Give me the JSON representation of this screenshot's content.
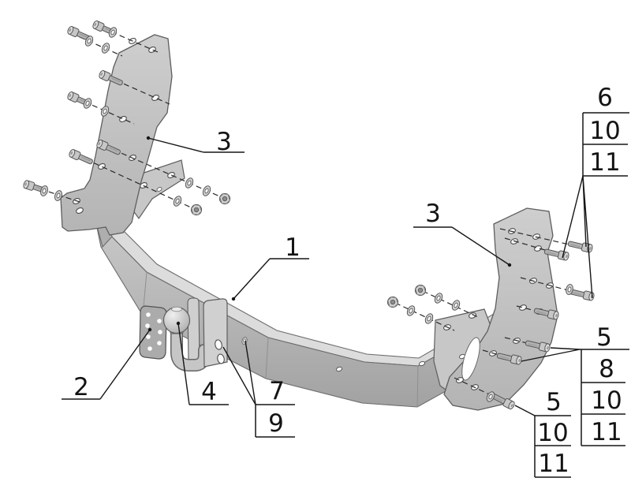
{
  "diagram": {
    "type": "exploded-view-parts-diagram",
    "subject": "tow-bar hitch assembly",
    "colors": {
      "background": "#ffffff",
      "part_outline": "#585858",
      "callout_line": "#161616",
      "metal_light": "#dcdcdc",
      "metal_mid": "#c4c4c4",
      "metal_dark": "#a4a4a4"
    },
    "callouts": {
      "crossbeam": "1",
      "ball_end_plate": "2",
      "left_side_plate": "3",
      "right_side_plate": "3",
      "tow_ball": "4",
      "bracket_stack": [
        "7",
        "9"
      ],
      "top_right_stack": [
        "6",
        "10",
        "11"
      ],
      "mid_right_stack": [
        "5",
        "8",
        "10",
        "11"
      ],
      "bottom_right_stack": [
        "5",
        "10",
        "11"
      ]
    }
  }
}
